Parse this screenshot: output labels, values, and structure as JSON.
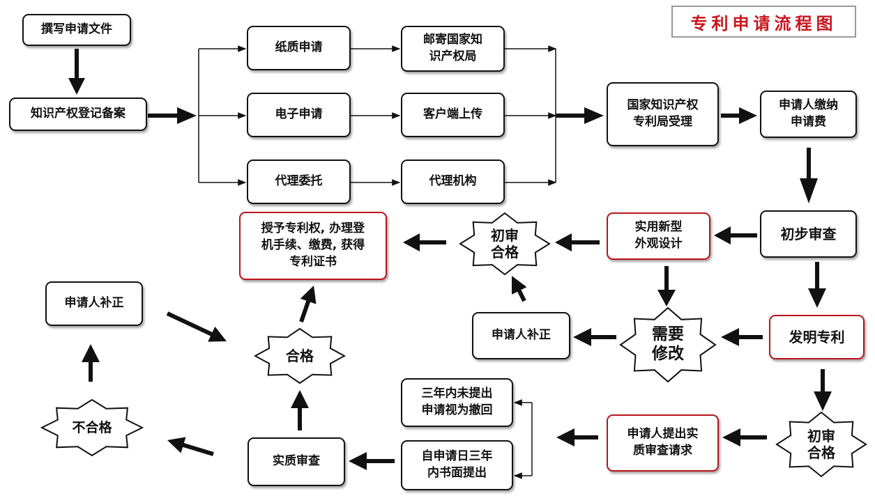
{
  "title": "专利申请流程图",
  "nodes": {
    "write_docs": "撰写申请文件",
    "ip_register": "知识产权登记备案",
    "paper": "纸质申请",
    "electronic": "电子申请",
    "agency": "代理委托",
    "mail": "邮寄国家知\n识产权局",
    "client_upload": "客户端上传",
    "agency_org": "代理机构",
    "cnipa_accept": "国家知识产权\n专利局受理",
    "pay_fee": "申请人缴纳\n申请费",
    "prelim_exam": "初步审查",
    "utility_design": "实用新型\n外观设计",
    "invention": "发明专利",
    "grant": "授予专利权, 办理登\n机手续、缴费, 获得\n专利证书",
    "applicant_correct_mid": "申请人补正",
    "applicant_correct_left": "申请人补正",
    "request_substantive": "申请人提出实\n质审查请求",
    "not_within_3y": "三年内未提出\n申请视为撤回",
    "within_3y": "自申请日三年\n内书面提出",
    "substantive_exam": "实质审查"
  },
  "stars": {
    "prelim_pass_top": "初审\n合格",
    "needs_revision": "需要\n修改",
    "prelim_pass_bottom": "初审\n合格",
    "qualified": "合格",
    "not_qualified": "不合格"
  },
  "colors": {
    "title_red": "#c8151d",
    "red_border": "#b8141b",
    "line": "#111111"
  }
}
